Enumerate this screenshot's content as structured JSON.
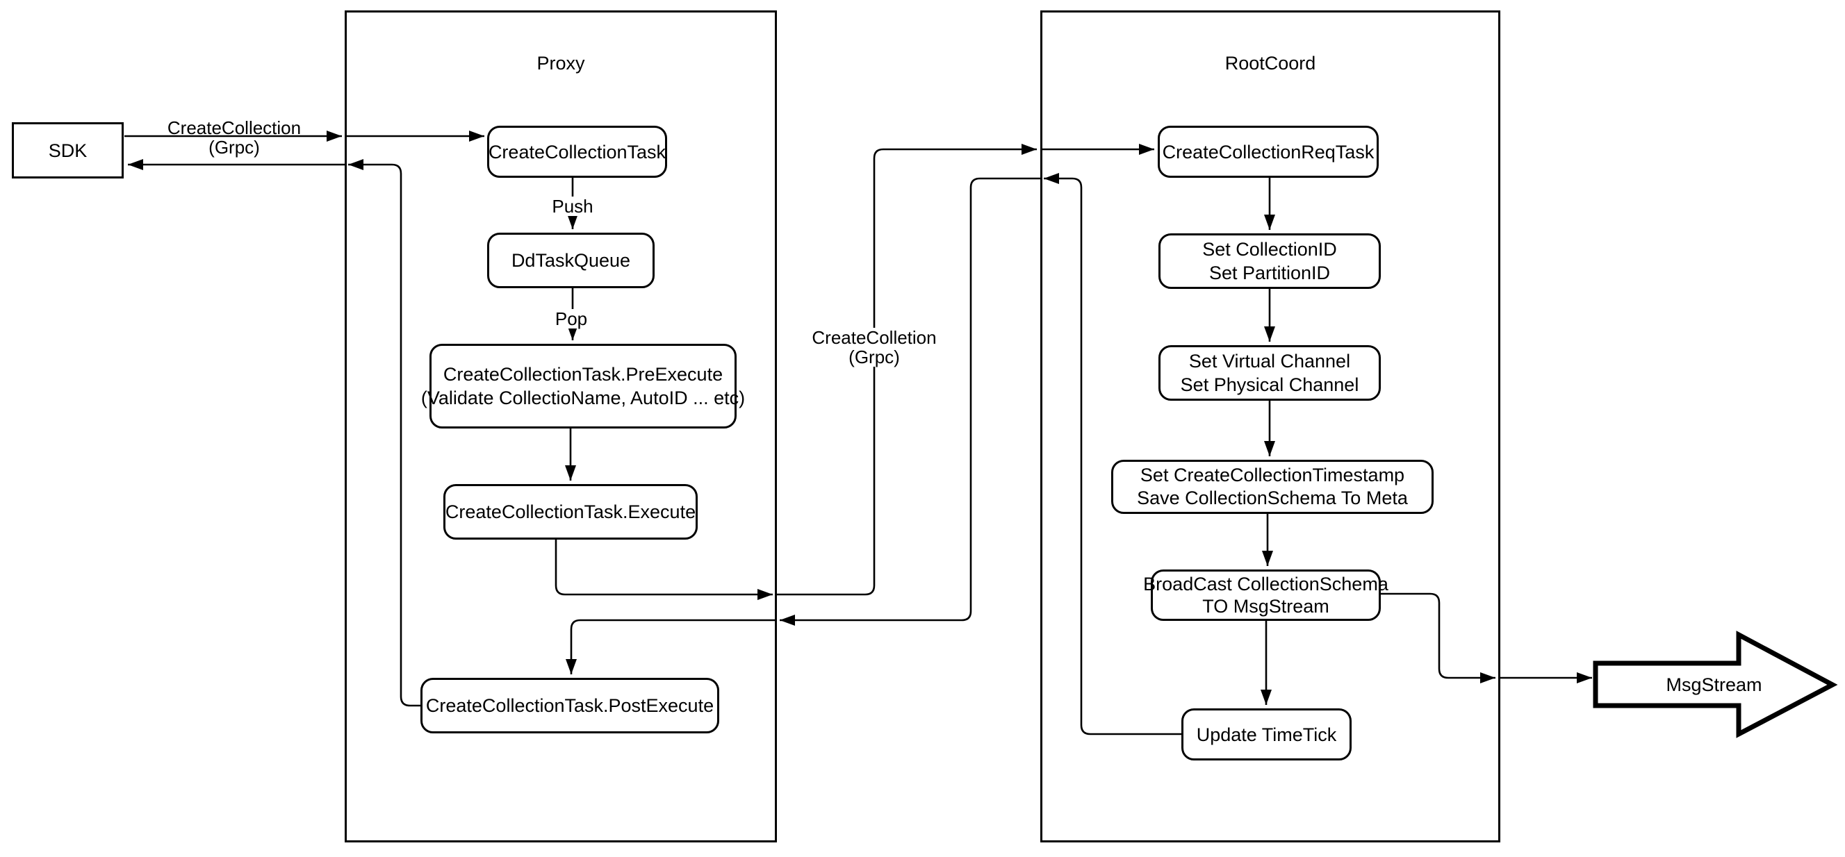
{
  "diagram": {
    "background": "#ffffff",
    "stroke_color": "#000000",
    "containers": {
      "proxy": {
        "title": "Proxy"
      },
      "rootcoord": {
        "title": "RootCoord"
      }
    },
    "nodes": {
      "sdk": {
        "label": "SDK"
      },
      "create_collection_task": {
        "label": "CreateCollectionTask"
      },
      "dd_task_queue": {
        "label": "DdTaskQueue"
      },
      "pre_execute": {
        "line1": "CreateCollectionTask.PreExecute",
        "line2": "(Validate CollectioName, AutoID ... etc)"
      },
      "execute": {
        "label": "CreateCollectionTask.Execute"
      },
      "post_execute": {
        "label": "CreateCollectionTask.PostExecute"
      },
      "create_collection_req_task": {
        "label": "CreateCollectionReqTask"
      },
      "set_ids": {
        "line1": "Set CollectionID",
        "line2": "Set PartitionID"
      },
      "set_channels": {
        "line1": "Set Virtual Channel",
        "line2": "Set Physical Channel"
      },
      "set_timestamp": {
        "line1": "Set CreateCollectionTimestamp",
        "line2": "Save CollectionSchema To Meta"
      },
      "broadcast": {
        "line1": "BroadCast CollectionSchema",
        "line2": "TO MsgStream"
      },
      "update_timetick": {
        "label": "Update TimeTick"
      },
      "msgstream": {
        "label": "MsgStream"
      }
    },
    "edge_labels": {
      "grpc_left": {
        "line1": "CreateCollection",
        "line2": "(Grpc)"
      },
      "grpc_mid": {
        "line1": "CreateColletion",
        "line2": "(Grpc)"
      },
      "push": "Push",
      "pop": "Pop"
    }
  }
}
